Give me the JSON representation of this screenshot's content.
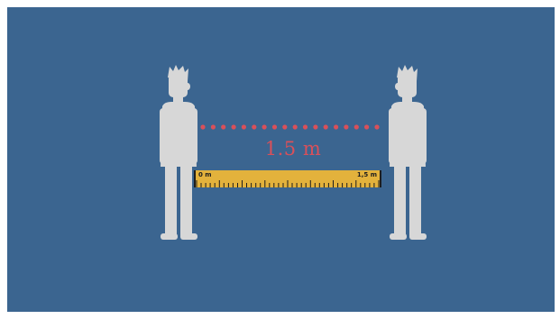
{
  "scene": {
    "distance_label": "1.5 m",
    "ruler": {
      "start_label": "0 m",
      "end_label": "1,5 m"
    }
  },
  "colors": {
    "background": "#3b6590",
    "person": "#d7d7d7",
    "distance": "#d9505a",
    "ruler": "#e3b23c"
  }
}
